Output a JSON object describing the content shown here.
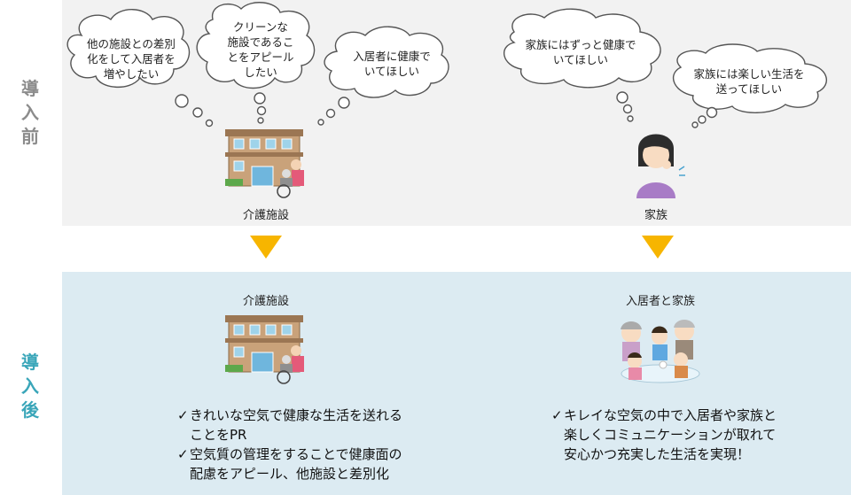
{
  "labels": {
    "before": [
      "導",
      "入",
      "前"
    ],
    "after": [
      "導",
      "入",
      "後"
    ]
  },
  "before": {
    "facility_caption": "介護施設",
    "family_caption": "家族",
    "facility_thoughts": [
      [
        "他の施設との差別",
        "化をして入居者を",
        "増やしたい"
      ],
      [
        "クリーンな",
        "施設であるこ",
        "とをアピール",
        "したい"
      ],
      [
        "入居者に健康で",
        "いてほしい"
      ]
    ],
    "family_thoughts": [
      [
        "家族にはずっと健康で",
        "いてほしい"
      ],
      [
        "家族には楽しい生活を",
        "送ってほしい"
      ]
    ]
  },
  "after": {
    "facility_caption": "介護施設",
    "family_caption": "入居者と家族",
    "facility_points": [
      [
        "きれいな空気で健康な生活を送れる",
        "ことをPR"
      ],
      [
        "空気質の管理をすることで健康面の",
        "配慮をアピール、他施設と差別化"
      ]
    ],
    "family_points": [
      [
        "キレイな空気の中で入居者や家族と",
        "楽しくコミュニケーションが取れて",
        "安心かつ充実した生活を実現！"
      ]
    ],
    "check_mark": "✓"
  },
  "colors": {
    "arrow": "#f7b500",
    "before_label": "#8c8c8c",
    "after_label": "#3aa6b9",
    "before_panel": "#f2f2f2",
    "after_panel": "#dcebf2"
  }
}
